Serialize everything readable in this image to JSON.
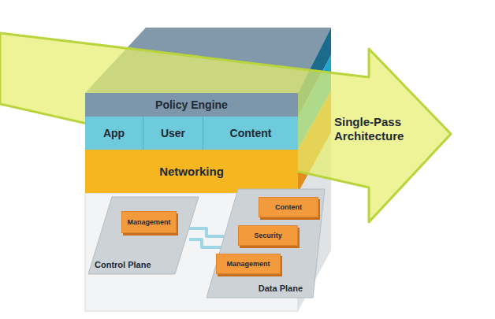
{
  "diagram": {
    "nodes": [
      {
        "text": [
          "Policy Engine"
        ]
      },
      {
        "text": [
          "App"
        ]
      },
      {
        "text": [
          "User"
        ]
      },
      {
        "text": [
          "Content"
        ]
      },
      {
        "text": [
          "Networking"
        ]
      },
      {
        "text": [
          "Control Plane"
        ]
      },
      {
        "text": [
          "Management"
        ],
        "in": 5
      },
      {
        "text": [
          "Data Plane"
        ]
      },
      {
        "text": [
          "Content"
        ],
        "in": 7
      },
      {
        "text": [
          "Security"
        ],
        "in": 7
      },
      {
        "text": [
          "Management"
        ],
        "in": 7
      }
    ],
    "edges": [
      {
        "from": 5,
        "to": 7,
        "arrow": "none"
      }
    ],
    "labels": [
      "Single-Pass Architecture"
    ]
  }
}
